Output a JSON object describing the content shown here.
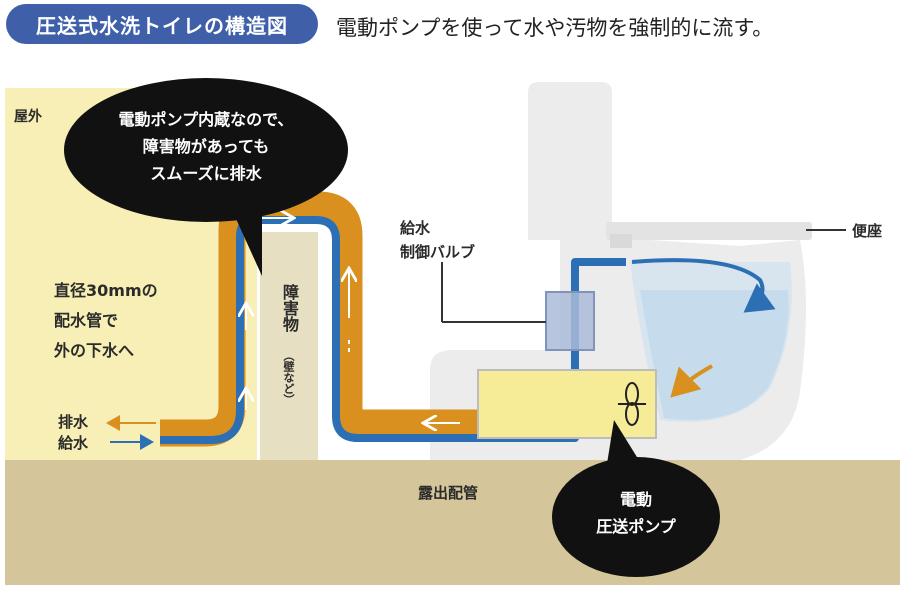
{
  "header": {
    "title": "圧送式水洗トイレの構造図",
    "subtitle": "電動ポンプを使って水や汚物を強制的に流す。"
  },
  "labels": {
    "outdoor": "屋外",
    "callout_top_lines": [
      "電動ポンプ内蔵なので、",
      "障害物があっても",
      "スムーズに排水"
    ],
    "pipe_note_lines": [
      "直径30mmの",
      "配水管で",
      "外の下水へ"
    ],
    "drain": "排水",
    "supply": "給水",
    "obstacle_main": "障害物",
    "obstacle_sub": "（壁など）",
    "valve_lines": [
      "給水",
      "制御バルブ"
    ],
    "seat": "便座",
    "exposed_piping": "露出配管",
    "callout_bottom_lines": [
      "電動",
      "圧送ポンプ"
    ]
  },
  "colors": {
    "title_badge": "#3f5fa8",
    "drain_pipe": "#d9901f",
    "supply_pipe": "#2d6fb5",
    "outdoor_wall": "#f7efb5",
    "floor": "#d4c69a",
    "obstacle_wall": "#e6dfc2",
    "pump_box": "#f6ec98",
    "water": "#c6dcec",
    "toilet": "#ececec",
    "callout": "#111111"
  },
  "icons": [
    "pump-fan-icon",
    "flow-arrow-icon"
  ]
}
